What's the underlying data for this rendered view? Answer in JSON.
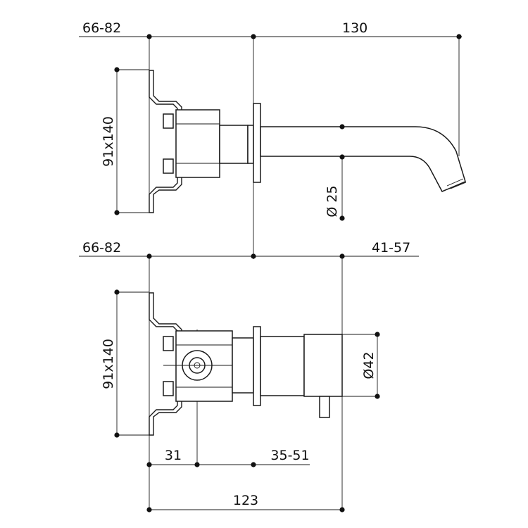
{
  "colors": {
    "ink": "#111111",
    "background": "#ffffff"
  },
  "top_view": {
    "left_depth": "66-82",
    "spout_length": "130",
    "plate_size": "91x140",
    "spout_diameter": "Ø 25"
  },
  "bottom_view": {
    "left_depth": "66-82",
    "handle_depth": "41-57",
    "plate_size": "91x140",
    "handle_diameter": "Ø42",
    "body_offset": "31",
    "wall_range": "35-51",
    "total_depth": "123"
  }
}
